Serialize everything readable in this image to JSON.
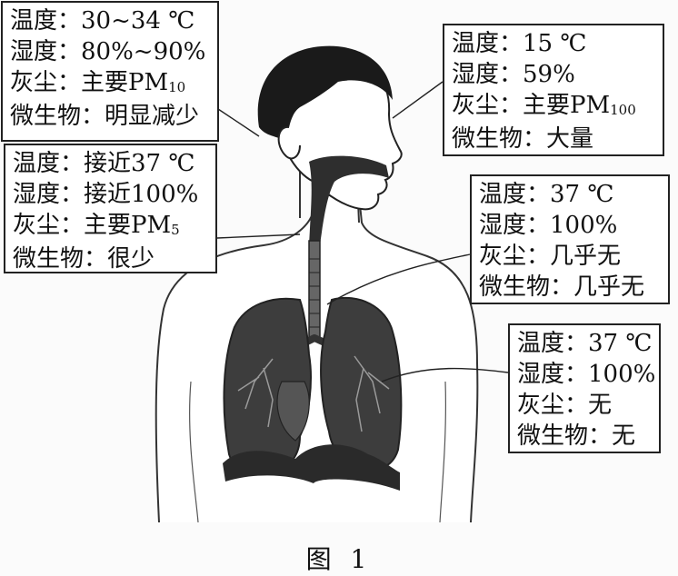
{
  "callouts": {
    "nasal_cavity": {
      "temperature": "温度：30~34 ℃",
      "humidity": "湿度：80%~90%",
      "dust_prefix": "灰尘：主要PM",
      "dust_sub": "10",
      "microbes": "微生物：明显减少"
    },
    "nose_outside": {
      "temperature": "温度：15 ℃",
      "humidity": "湿度：59%",
      "dust_prefix": "灰尘：主要PM",
      "dust_sub": "100",
      "microbes": "微生物：大量"
    },
    "throat": {
      "temperature": "温度：接近37 ℃",
      "humidity": "湿度：接近100%",
      "dust_prefix": "灰尘：主要PM",
      "dust_sub": "5",
      "microbes": "微生物：很少"
    },
    "trachea": {
      "temperature": "温度：37 ℃",
      "humidity": "湿度：100%",
      "dust": "灰尘：几乎无",
      "microbes": "微生物：几乎无"
    },
    "alveoli": {
      "temperature": "温度：37 ℃",
      "humidity": "湿度：100%",
      "dust": "灰尘：无",
      "microbes": "微生物：无"
    }
  },
  "caption": "图 1",
  "colors": {
    "hair": "#1a1a1a",
    "lung": "#3a3a3a",
    "outline": "#222222",
    "trachea": "#555555"
  }
}
